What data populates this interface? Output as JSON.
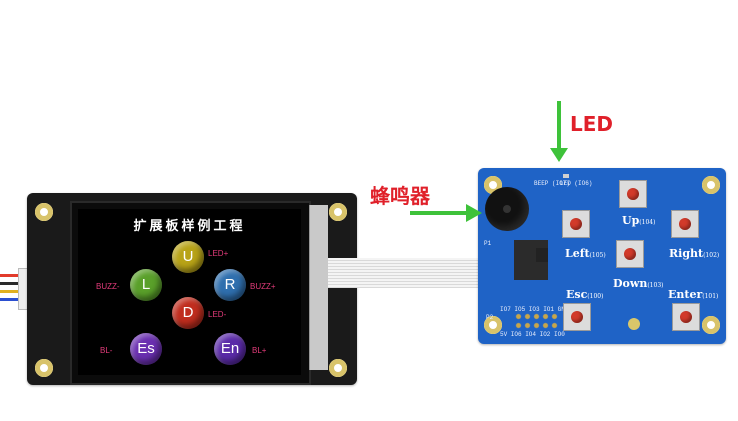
{
  "screen": {
    "title": "扩展板样例工程",
    "buttons": [
      {
        "label": "U",
        "color": "#b8a317"
      },
      {
        "label": "L",
        "color": "#5aa02a"
      },
      {
        "label": "R",
        "color": "#2f6fae"
      },
      {
        "label": "D",
        "color": "#c02d1e"
      },
      {
        "label": "Es",
        "color": "#6a2fb0"
      },
      {
        "label": "En",
        "color": "#5a2aa8"
      }
    ],
    "tags": [
      "LED+",
      "BUZZ-",
      "BUZZ+",
      "LED-",
      "BL-",
      "BL+"
    ]
  },
  "annotations": {
    "led": "LED",
    "buzzer": "蜂鸣器"
  },
  "keypad": {
    "keys": [
      {
        "label": "Up",
        "code": "(104)"
      },
      {
        "label": "Left",
        "code": "(105)"
      },
      {
        "label": "Right",
        "code": "(102)"
      },
      {
        "label": "Down",
        "code": "(103)"
      },
      {
        "label": "Esc",
        "code": "(100)"
      },
      {
        "label": "Enter",
        "code": "(101)"
      }
    ],
    "silk": [
      "BEEP (IO7)",
      "LED (IO6)",
      "IO7 IO5 IO3 IO1 GND",
      "5V IO6 IO4 IO2 IO0",
      "P1",
      "P2"
    ]
  }
}
